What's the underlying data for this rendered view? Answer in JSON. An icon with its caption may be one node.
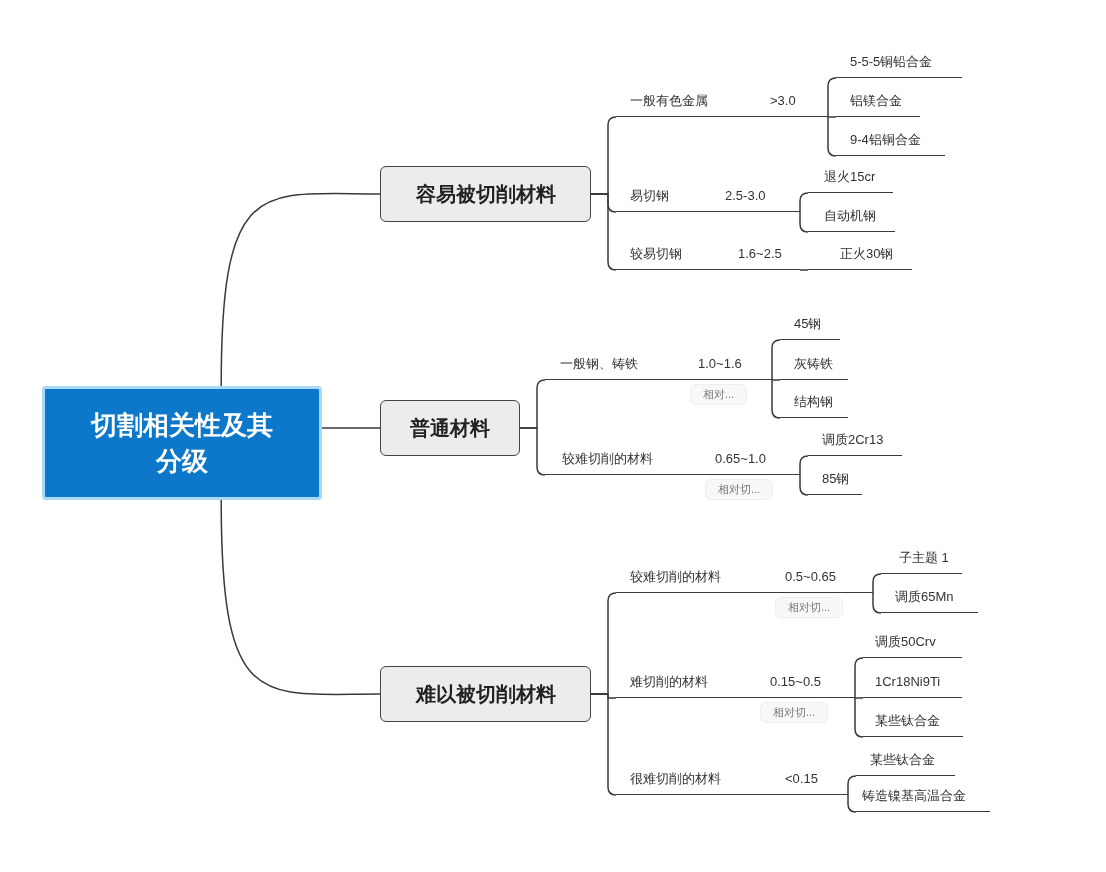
{
  "diagram": {
    "nodes": [
      {
        "text": [
          "切割相关性及其分级"
        ]
      },
      {
        "text": [
          "容易被切削材料"
        ]
      },
      {
        "text": [
          "一般有色金属",
          ">3.0"
        ]
      },
      {
        "text": [
          "5-5-5铜铅合金"
        ]
      },
      {
        "text": [
          "铝镁合金"
        ]
      },
      {
        "text": [
          "9-4铝铜合金"
        ]
      },
      {
        "text": [
          "易切钢",
          "2.5-3.0"
        ]
      },
      {
        "text": [
          "退火15cr"
        ]
      },
      {
        "text": [
          "自动机钢"
        ]
      },
      {
        "text": [
          "较易切钢",
          "1.6~2.5"
        ]
      },
      {
        "text": [
          "正火30钢"
        ]
      },
      {
        "text": [
          "普通材料"
        ]
      },
      {
        "text": [
          "一般钢、铸铁",
          "1.0~1.6"
        ],
        "beside": [
          "相对..."
        ]
      },
      {
        "text": [
          "45钢"
        ]
      },
      {
        "text": [
          "灰铸铁"
        ]
      },
      {
        "text": [
          "结构钢"
        ]
      },
      {
        "text": [
          "较难切削的材料",
          "0.65~1.0"
        ],
        "beside": [
          "相对切..."
        ]
      },
      {
        "text": [
          "调质2Cr13"
        ]
      },
      {
        "text": [
          "85钢"
        ]
      },
      {
        "text": [
          "难以被切削材料"
        ]
      },
      {
        "text": [
          "较难切削的材料",
          "0.5~0.65"
        ],
        "beside": [
          "相对切..."
        ]
      },
      {
        "text": [
          "子主题 1"
        ]
      },
      {
        "text": [
          "调质65Mn"
        ]
      },
      {
        "text": [
          "难切削的材料",
          "0.15~0.5"
        ],
        "beside": [
          "相对切..."
        ]
      },
      {
        "text": [
          "调质50Crv"
        ]
      },
      {
        "text": [
          "1Cr18Ni9Ti"
        ]
      },
      {
        "text": [
          "某些钛合金"
        ]
      },
      {
        "text": [
          "很难切削的材料",
          "<0.15"
        ]
      },
      {
        "text": [
          "某些钛合金"
        ]
      },
      {
        "text": [
          "铸造镍基高温合金"
        ]
      }
    ],
    "edges": [
      {
        "from": 0,
        "to": 1,
        "arrow": "none"
      },
      {
        "from": 0,
        "to": 11,
        "arrow": "none"
      },
      {
        "from": 0,
        "to": 19,
        "arrow": "none"
      },
      {
        "from": 1,
        "to": 2,
        "arrow": "none"
      },
      {
        "from": 1,
        "to": 6,
        "arrow": "none"
      },
      {
        "from": 1,
        "to": 9,
        "arrow": "none"
      },
      {
        "from": 2,
        "to": 3,
        "arrow": "none"
      },
      {
        "from": 2,
        "to": 4,
        "arrow": "none"
      },
      {
        "from": 2,
        "to": 5,
        "arrow": "none"
      },
      {
        "from": 6,
        "to": 7,
        "arrow": "none"
      },
      {
        "from": 6,
        "to": 8,
        "arrow": "none"
      },
      {
        "from": 9,
        "to": 10,
        "arrow": "none"
      },
      {
        "from": 11,
        "to": 12,
        "arrow": "none"
      },
      {
        "from": 11,
        "to": 16,
        "arrow": "none"
      },
      {
        "from": 12,
        "to": 13,
        "arrow": "none"
      },
      {
        "from": 12,
        "to": 14,
        "arrow": "none"
      },
      {
        "from": 12,
        "to": 15,
        "arrow": "none"
      },
      {
        "from": 16,
        "to": 17,
        "arrow": "none"
      },
      {
        "from": 16,
        "to": 18,
        "arrow": "none"
      },
      {
        "from": 19,
        "to": 20,
        "arrow": "none"
      },
      {
        "from": 19,
        "to": 23,
        "arrow": "none"
      },
      {
        "from": 19,
        "to": 27,
        "arrow": "none"
      },
      {
        "from": 20,
        "to": 21,
        "arrow": "none"
      },
      {
        "from": 20,
        "to": 22,
        "arrow": "none"
      },
      {
        "from": 23,
        "to": 24,
        "arrow": "none"
      },
      {
        "from": 23,
        "to": 25,
        "arrow": "none"
      },
      {
        "from": 23,
        "to": 26,
        "arrow": "none"
      },
      {
        "from": 27,
        "to": 28,
        "arrow": "none"
      },
      {
        "from": 27,
        "to": 29,
        "arrow": "none"
      }
    ]
  }
}
